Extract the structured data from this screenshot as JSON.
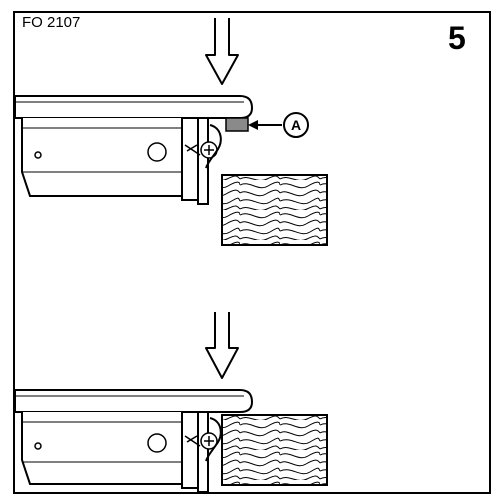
{
  "header": {
    "code": "FO 2107",
    "step_number": "5"
  },
  "callout": {
    "label": "A",
    "part_color": "#8a8a8a"
  },
  "icons": [
    "down-arrow-icon",
    "wood-grain-pattern",
    "screw-icon",
    "clip-bracket-icon"
  ]
}
